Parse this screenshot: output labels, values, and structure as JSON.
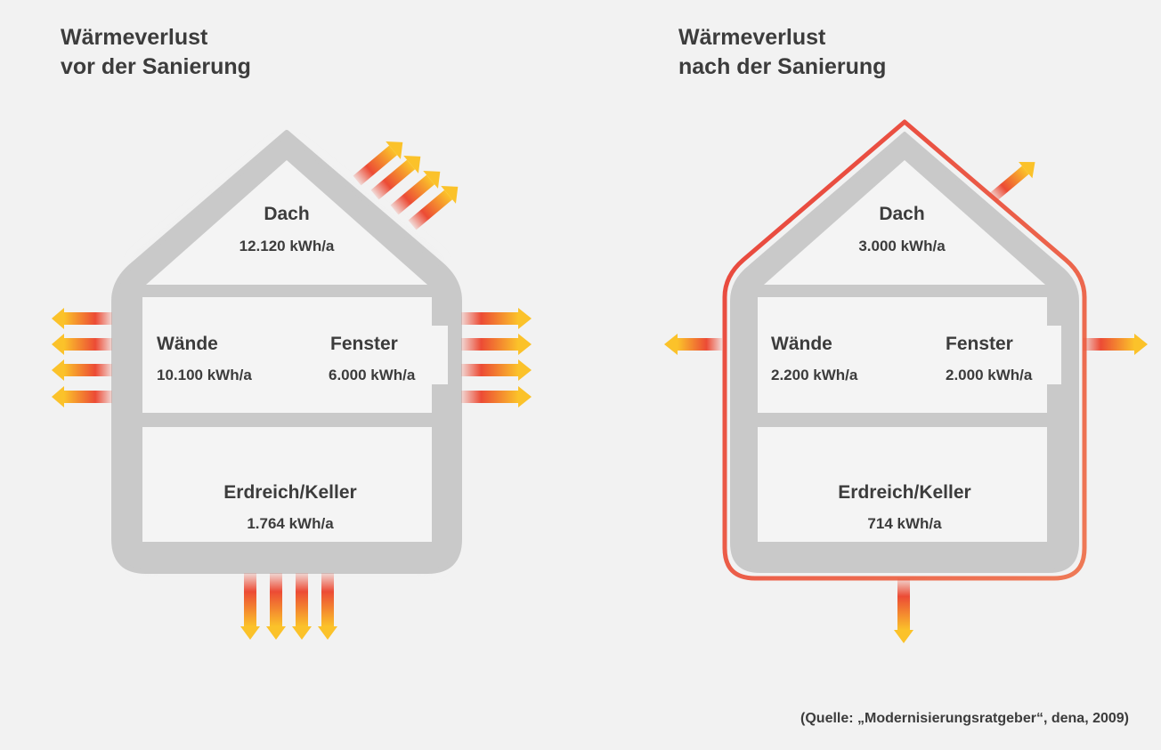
{
  "colors": {
    "background": "#f2f2f2",
    "wall": "#c9c9c9",
    "room": "#f4f4f4",
    "text": "#3c3c3c",
    "outline_red": "#e8413a",
    "outline_orange": "#ee7a57",
    "arrow_red": "#ec4b35",
    "arrow_yellow": "#fbc22a"
  },
  "before": {
    "title_line1": "Wärmeverlust",
    "title_line2": "vor der Sanierung",
    "roof": {
      "label": "Dach",
      "value": "12.120 kWh/a"
    },
    "walls": {
      "label": "Wände",
      "value": "10.100 kWh/a"
    },
    "windows": {
      "label": "Fenster",
      "value": "6.000 kWh/a"
    },
    "ground": {
      "label": "Erdreich/Keller",
      "value": "1.764 kWh/a"
    }
  },
  "after": {
    "title_line1": "Wärmeverlust",
    "title_line2": "nach der Sanierung",
    "roof": {
      "label": "Dach",
      "value": "3.000 kWh/a"
    },
    "walls": {
      "label": "Wände",
      "value": "2.200 kWh/a"
    },
    "windows": {
      "label": "Fenster",
      "value": "2.000 kWh/a"
    },
    "ground": {
      "label": "Erdreich/Keller",
      "value": "714 kWh/a"
    }
  },
  "source_note": "(Quelle: „Modernisierungsratgeber“, dena, 2009)"
}
